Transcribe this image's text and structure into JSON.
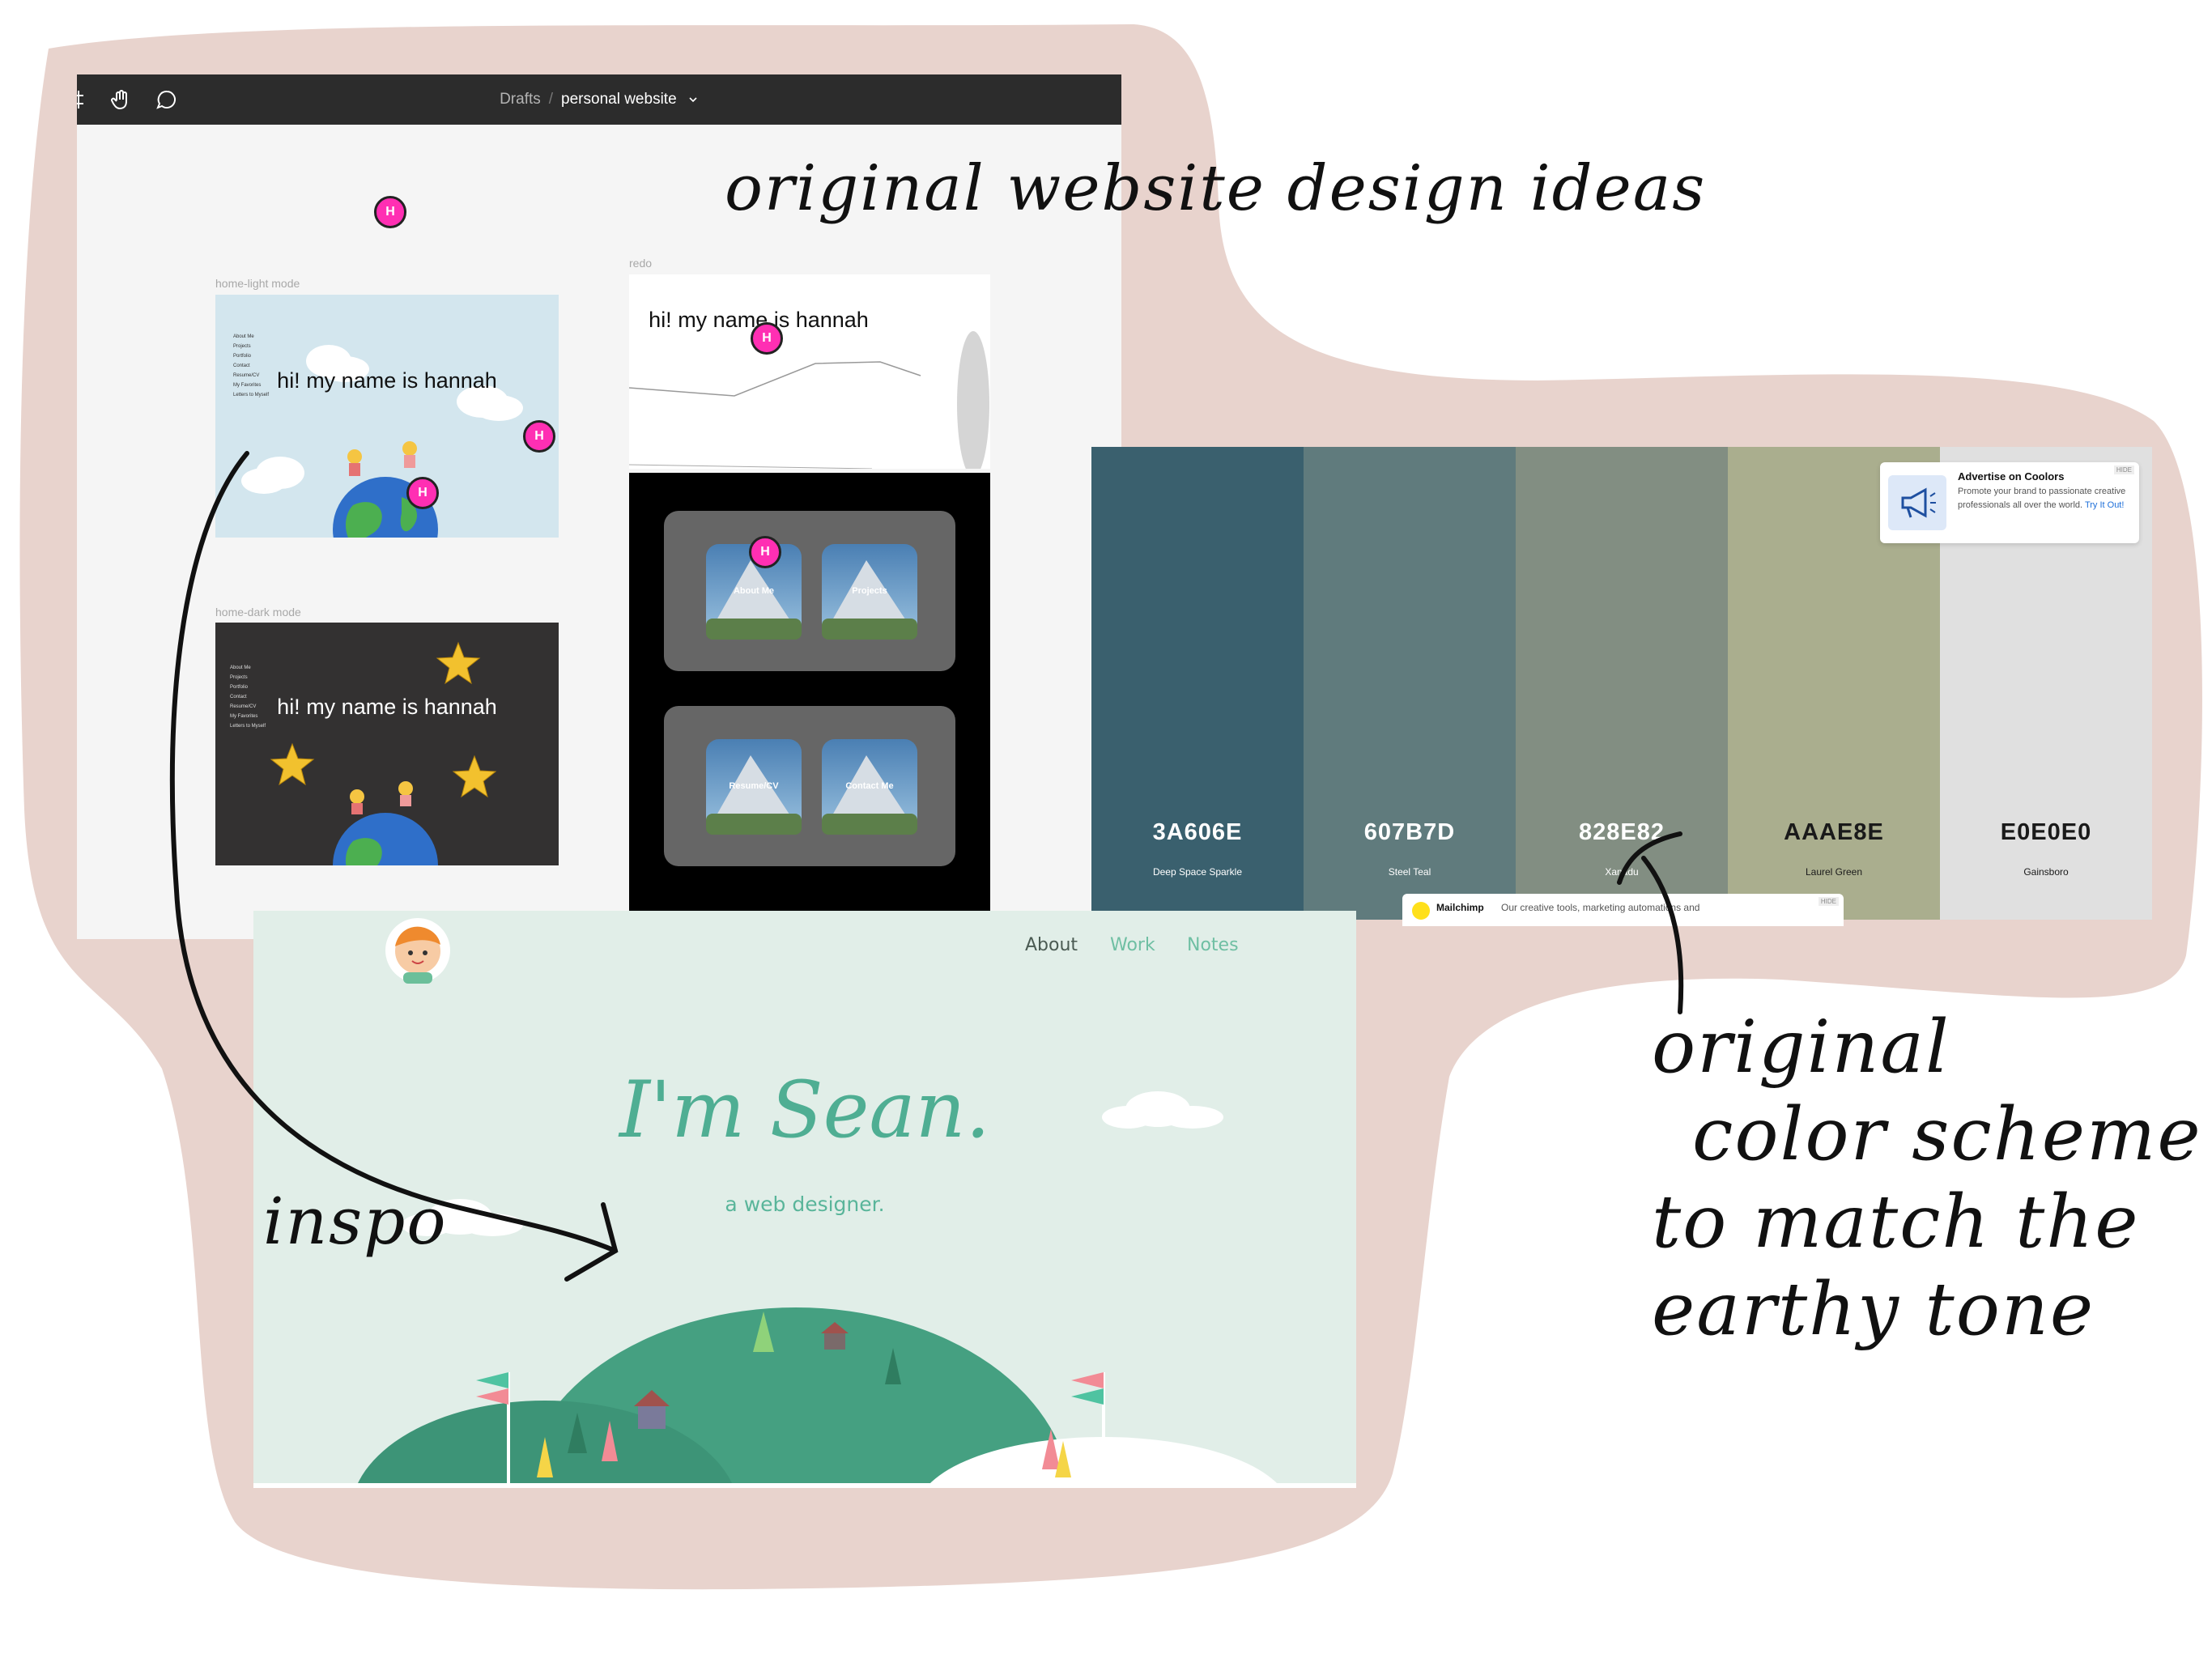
{
  "figma": {
    "breadcrumb": {
      "parent": "Drafts",
      "separator": "/",
      "file": "personal website"
    },
    "toolbar_icons": [
      "frame-icon",
      "hand-tool-icon",
      "comment-icon",
      "chevron-down-icon"
    ],
    "frames": {
      "light": {
        "label": "home-light mode",
        "greeting": "hi! my name is hannah",
        "menu": [
          "About Me",
          "Projects",
          "Portfolio",
          "Contact",
          "Resume/CV",
          "My Favorites",
          "Letters to Myself"
        ]
      },
      "dark": {
        "label": "home-dark mode",
        "greeting": "hi! my name is hannah",
        "menu": [
          "About Me",
          "Projects",
          "Portfolio",
          "Contact",
          "Resume/CV",
          "My Favorites",
          "Letters to Myself"
        ]
      },
      "redo": {
        "label": "redo",
        "greeting": "hi! my name is hannah",
        "tiles": [
          "About Me",
          "Projects",
          "Resume/CV",
          "Contact Me"
        ]
      }
    },
    "cursor_initial": "H"
  },
  "palette": {
    "swatches": [
      {
        "hex": "3A606E",
        "name": "Deep Space Sparkle",
        "color": "#3a606e",
        "text": "#ffffff"
      },
      {
        "hex": "607B7D",
        "name": "Steel Teal",
        "color": "#607b7d",
        "text": "#ffffff"
      },
      {
        "hex": "828E82",
        "name": "Xanadu",
        "color": "#828e82",
        "text": "#ffffff"
      },
      {
        "hex": "AAAE8E",
        "name": "Laurel Green",
        "color": "#aaae8e",
        "text": "#1a1a1a"
      },
      {
        "hex": "E0E0E0",
        "name": "Gainsboro",
        "color": "#e0e0e0",
        "text": "#1a1a1a"
      }
    ],
    "ad": {
      "title": "Advertise on Coolors",
      "body": "Promote your brand to passionate creative professionals all over the world.",
      "cta": "Try It Out!",
      "hide": "HIDE",
      "icon": "megaphone-icon"
    },
    "mailchimp": {
      "brand": "Mailchimp",
      "text": "Our creative tools, marketing automations and",
      "hide": "HIDE"
    }
  },
  "inspo_site": {
    "nav": [
      {
        "label": "About",
        "color": "#4a5a52"
      },
      {
        "label": "Work",
        "color": "#6fbfa3"
      },
      {
        "label": "Notes",
        "color": "#6fbfa3"
      }
    ],
    "hero_name": "I'm Sean.",
    "hero_sub": "a web designer."
  },
  "notes": {
    "top": "original website design ideas",
    "palette": [
      "original",
      "color scheme",
      "to match the",
      "earthy tone"
    ],
    "inspo": "inspo"
  },
  "colors": {
    "blob": "#e8d3cd",
    "figma_toolbar": "#2c2c2c",
    "cursor_pin": "#ff2fb3",
    "inspo_bg": "#e1eee8",
    "inspo_accent": "#4fae93"
  }
}
